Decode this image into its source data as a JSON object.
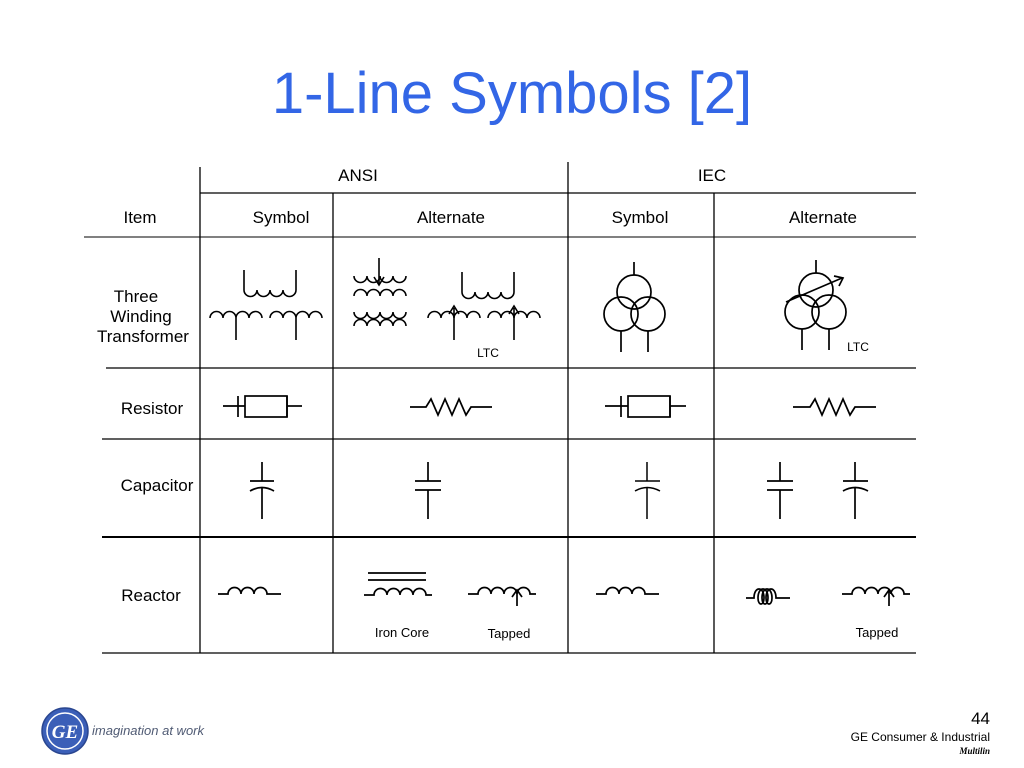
{
  "slide": {
    "title": "1-Line Symbols [2]",
    "page_number": "44",
    "company": "GE Consumer & Industrial",
    "division": "Multilin",
    "tagline": "imagination at work",
    "logo_text": "GE",
    "accent_color": "#3366e6"
  },
  "table": {
    "group_headers": {
      "ansi": "ANSI",
      "iec": "IEC"
    },
    "column_headers": {
      "item": "Item",
      "ansi_symbol": "Symbol",
      "ansi_alternate": "Alternate",
      "iec_symbol": "Symbol",
      "iec_alternate": "Alternate"
    },
    "rows": {
      "transformer": {
        "line1": "Three",
        "line2": "Winding",
        "line3": "Transformer"
      },
      "resistor": "Resistor",
      "capacitor": "Capacitor",
      "reactor": "Reactor"
    },
    "annotations": {
      "ansi_ltc": "LTC",
      "iec_ltc": "LTC",
      "iron_core": "Iron Core",
      "ansi_tapped": "Tapped",
      "iec_tapped": "Tapped"
    }
  }
}
